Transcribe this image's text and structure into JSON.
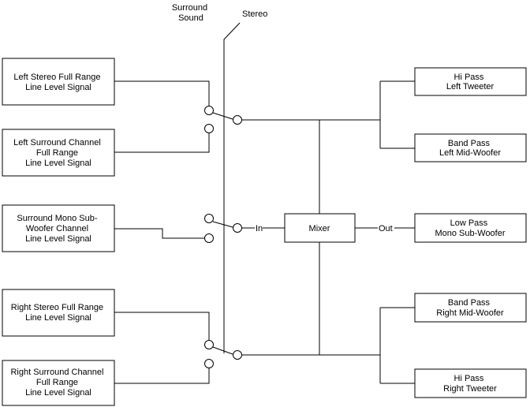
{
  "switch_labels": {
    "surround": [
      "Surround",
      "Sound"
    ],
    "stereo": "Stereo"
  },
  "inputs": {
    "left_stereo": [
      "Left Stereo Full Range",
      "Line Level Signal"
    ],
    "left_surround": [
      "Left Surround Channel",
      "Full Range",
      "Line Level Signal"
    ],
    "mono_sub": [
      "Surround Mono Sub-",
      "Woofer Channel",
      "Line Level Signal"
    ],
    "right_stereo": [
      "Right Stereo Full Range",
      "Line Level Signal"
    ],
    "right_surround": [
      "Right Surround Channel",
      "Full Range",
      "Line Level Signal"
    ]
  },
  "mixer": {
    "label": "Mixer",
    "in_label": "In",
    "out_label": "Out"
  },
  "outputs": {
    "hi_left": [
      "Hi Pass",
      "Left Tweeter"
    ],
    "band_left": [
      "Band Pass",
      "Left Mid-Woofer"
    ],
    "low_mono": [
      "Low Pass",
      "Mono Sub-Woofer"
    ],
    "band_right": [
      "Band Pass",
      "Right Mid-Woofer"
    ],
    "hi_right": [
      "Hi Pass",
      "Right Tweeter"
    ]
  }
}
